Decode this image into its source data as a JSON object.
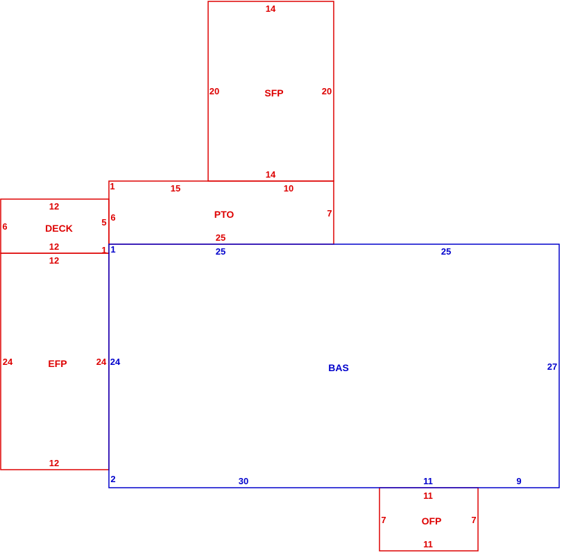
{
  "colors": {
    "primary": "#0000cc",
    "secondary": "#dd0000"
  },
  "areas": [
    {
      "key": "sfp",
      "name": "SFP",
      "color": "secondary",
      "dims": {
        "top": "14",
        "left": "20",
        "right": "20",
        "bottom": "14"
      }
    },
    {
      "key": "pto",
      "name": "PTO",
      "color": "secondary",
      "dims": {
        "top_left": "15",
        "top_right": "10",
        "left": "6",
        "right": "7",
        "bottom": "25",
        "corner_tl": "1"
      }
    },
    {
      "key": "deck",
      "name": "DECK",
      "color": "secondary",
      "dims": {
        "top": "12",
        "left": "6",
        "right": "5",
        "bottom": "12",
        "corner_br": "1"
      }
    },
    {
      "key": "efp",
      "name": "EFP",
      "color": "secondary",
      "dims": {
        "top": "12",
        "left": "24",
        "right": "24",
        "bottom": "12"
      }
    },
    {
      "key": "bas",
      "name": "BAS",
      "color": "primary",
      "dims": {
        "top_left": "25",
        "top_right": "25",
        "left": "24",
        "right": "27",
        "bottom_left": "30",
        "bottom_mid": "11",
        "bottom_right": "9",
        "corner_tl": "1",
        "corner_bl": "2"
      }
    },
    {
      "key": "ofp",
      "name": "OFP",
      "color": "secondary",
      "dims": {
        "top": "11",
        "left": "7",
        "right": "7",
        "bottom": "11"
      }
    }
  ]
}
